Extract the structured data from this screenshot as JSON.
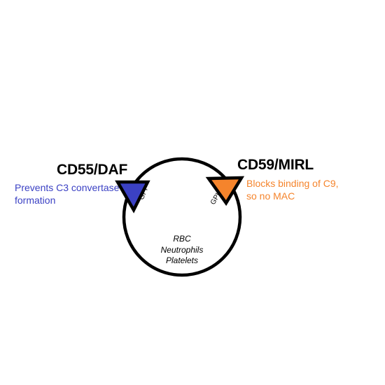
{
  "cd55": {
    "title": "CD55/DAF",
    "description_line1": "Prevents C3 convertase",
    "description_line2": "formation",
    "anchor_label": "GPI",
    "color": "#3b41c4"
  },
  "cd59": {
    "title": "CD59/MIRL",
    "description_line1": "Blocks binding of C9,",
    "description_line2": "so no MAC",
    "anchor_label": "GPI",
    "color": "#f5842c"
  },
  "cell": {
    "lines": [
      "RBC",
      "Neutrophils",
      "Platelets"
    ]
  }
}
